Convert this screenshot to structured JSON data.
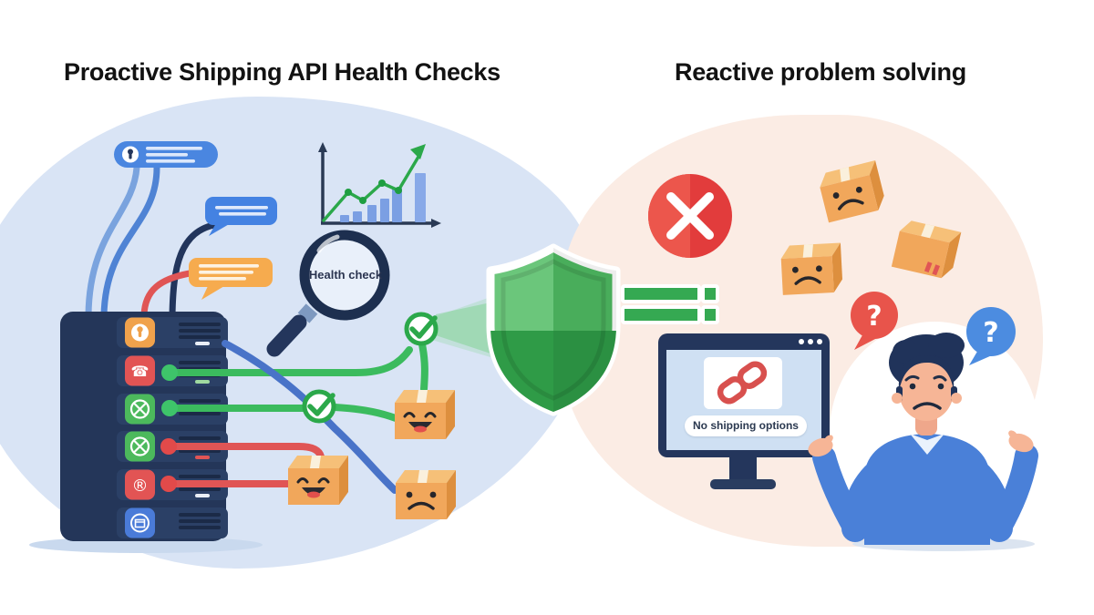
{
  "titles": {
    "left": "Proactive Shipping API Health Checks",
    "right": "Reactive problem solving"
  },
  "left_scene": {
    "magnifier_label": "Health check",
    "notifications": [
      {
        "name": "alert-pill",
        "icon": "lock-icon",
        "color": "#4a86e0"
      },
      {
        "name": "chat-bubble-blue",
        "icon": "message-icon",
        "color": "#4482e2"
      },
      {
        "name": "chat-bubble-orange",
        "icon": "message-icon",
        "color": "#f6ab4e"
      }
    ],
    "server_rows": [
      {
        "icon": "user-lock-icon",
        "color": "#f0a24c",
        "indicator": "none"
      },
      {
        "icon": "phone-icon",
        "color": "#e25454",
        "indicator": "green"
      },
      {
        "icon": "cancel-circle-icon",
        "color": "#4cb95c",
        "indicator": "green"
      },
      {
        "icon": "cancel-circle-icon",
        "color": "#4cb95c",
        "indicator": "red"
      },
      {
        "icon": "registered-icon",
        "color": "#e25454",
        "indicator": "red"
      },
      {
        "icon": "package-icon",
        "color": "#4a7bd8",
        "indicator": "none"
      }
    ],
    "glyphs": {
      "phone": "☎",
      "registered": "®"
    },
    "chart": {
      "type": "bar+line",
      "bar_values": [
        7,
        11,
        18,
        25,
        37,
        53
      ],
      "trend": "up"
    }
  },
  "center": {
    "shield_color": "#3fae54"
  },
  "right_scene": {
    "monitor_message": "No shipping options",
    "question_marks": [
      "?",
      "?"
    ]
  },
  "colors": {
    "left_blob": "#d9e4f5",
    "right_blob": "#fbece4",
    "success_green": "#2ba84a",
    "error_red": "#e23c3c",
    "navy": "#24365c",
    "box_orange": "#f1a75b"
  }
}
